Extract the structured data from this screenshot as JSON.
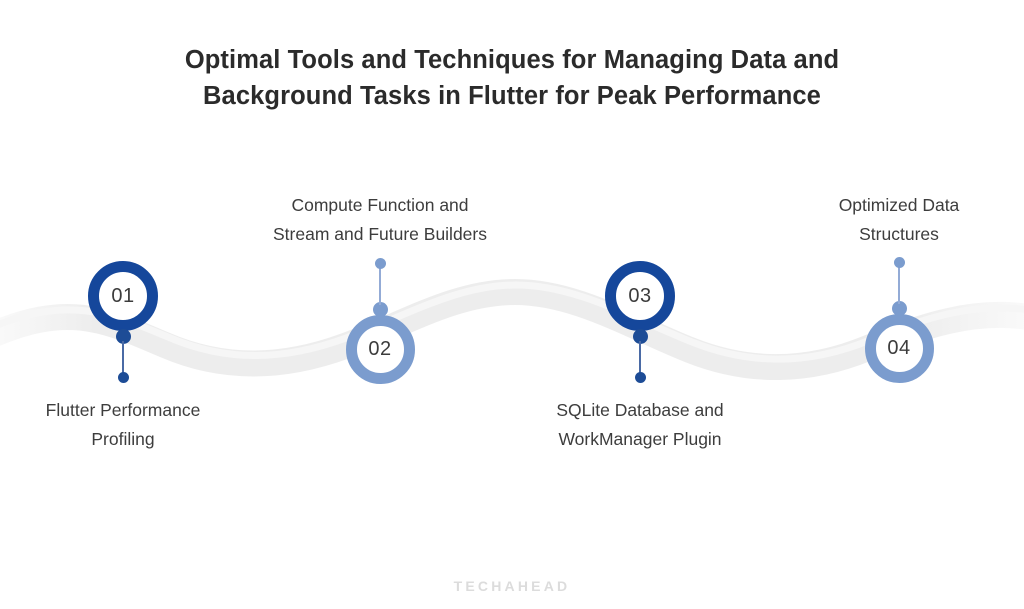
{
  "title": {
    "line1": "Optimal Tools and Techniques for Managing Data and",
    "line2": "Background Tasks in Flutter for Peak Performance"
  },
  "colors": {
    "dark_blue": "#15479b",
    "light_blue": "#7b9cce",
    "wave_gray": "#ededed",
    "title_text": "#2b2b2b",
    "caption_text": "#3d3d3d",
    "logo_gray": "#dcdcdc",
    "background": "#ffffff"
  },
  "timeline": {
    "steps": [
      {
        "number": "01",
        "caption_line1": "Flutter Performance",
        "caption_line2": "Profiling",
        "style": "dark",
        "caption_position": "below"
      },
      {
        "number": "02",
        "caption_line1": "Compute Function and",
        "caption_line2": "Stream and Future Builders",
        "style": "light",
        "caption_position": "above"
      },
      {
        "number": "03",
        "caption_line1": "SQLite Database and",
        "caption_line2": "WorkManager Plugin",
        "style": "dark",
        "caption_position": "below"
      },
      {
        "number": "04",
        "caption_line1": "Optimized Data",
        "caption_line2": "Structures",
        "style": "light",
        "caption_position": "above"
      }
    ]
  },
  "footer": {
    "brand": "TECHAHEAD"
  }
}
